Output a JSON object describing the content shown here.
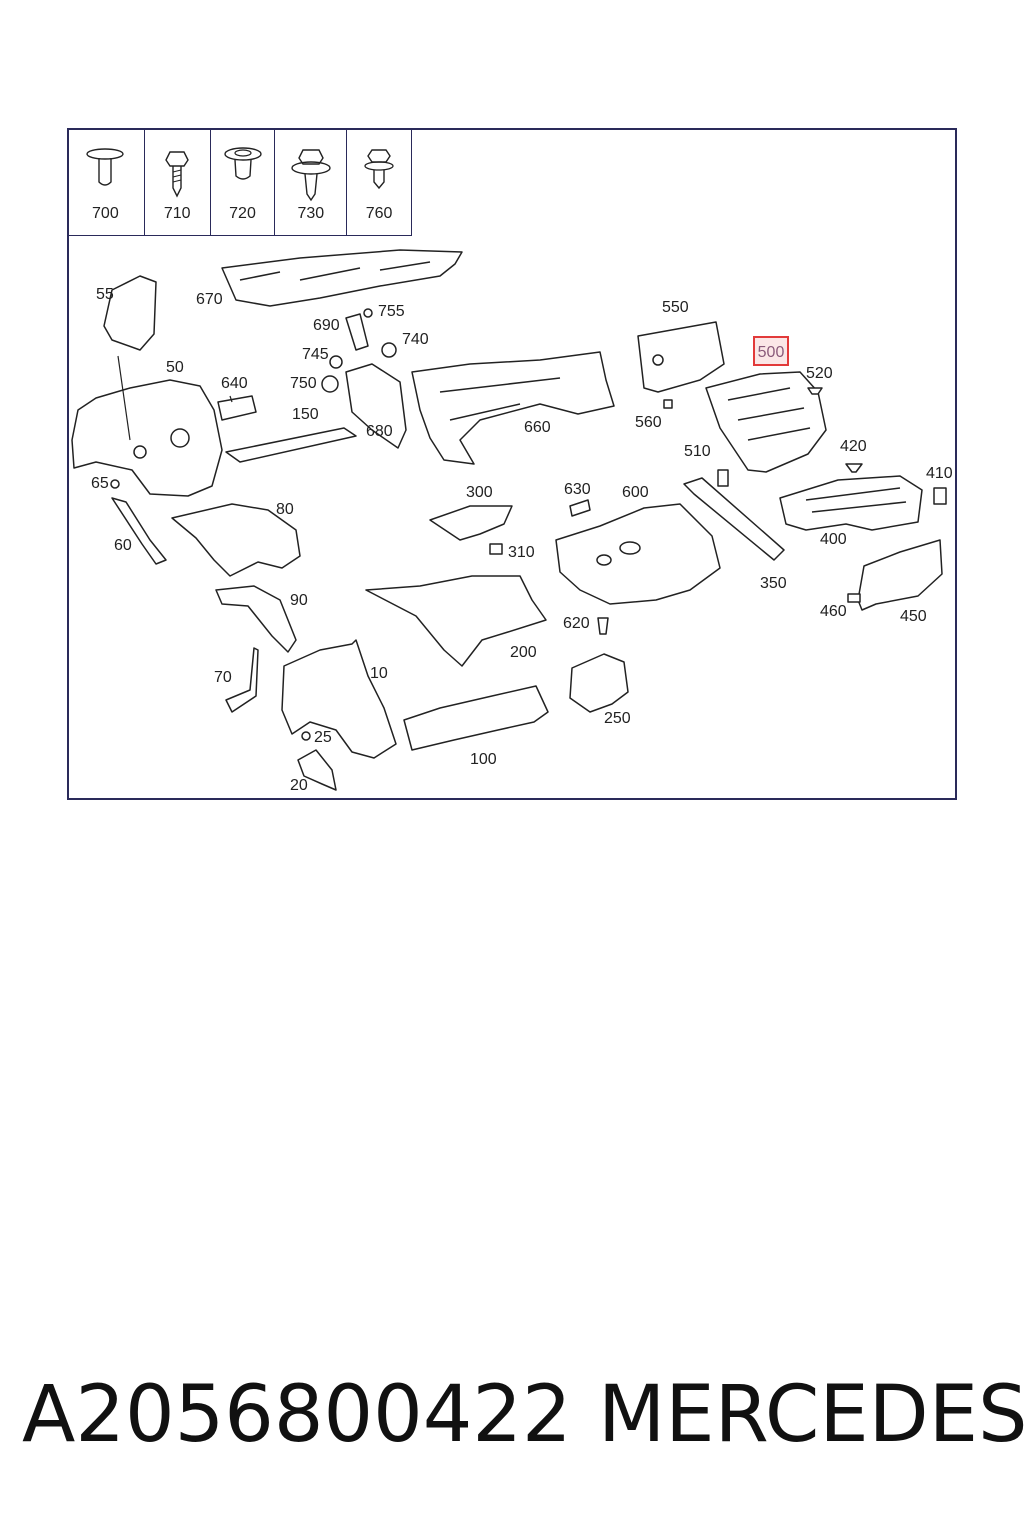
{
  "fastener_table": {
    "items": [
      {
        "number": "700",
        "icon": "flat-head-clip-icon"
      },
      {
        "number": "710",
        "icon": "hex-screw-icon"
      },
      {
        "number": "720",
        "icon": "push-rivet-icon"
      },
      {
        "number": "730",
        "icon": "flange-bolt-icon"
      },
      {
        "number": "760",
        "icon": "hex-bolt-icon"
      }
    ]
  },
  "diagram": {
    "highlighted_part": "500",
    "highlight_color": "#e23a3a",
    "line_color": "#2a2a5a",
    "labels": [
      "55",
      "670",
      "690",
      "755",
      "740",
      "745",
      "750",
      "550",
      "520",
      "50",
      "640",
      "150",
      "680",
      "660",
      "560",
      "510",
      "420",
      "410",
      "65",
      "300",
      "630",
      "600",
      "80",
      "60",
      "310",
      "400",
      "350",
      "90",
      "460",
      "450",
      "620",
      "200",
      "10",
      "70",
      "250",
      "25",
      "100",
      "20"
    ]
  },
  "caption": {
    "part_number": "A2056800422",
    "brand": "MERCEDES"
  }
}
